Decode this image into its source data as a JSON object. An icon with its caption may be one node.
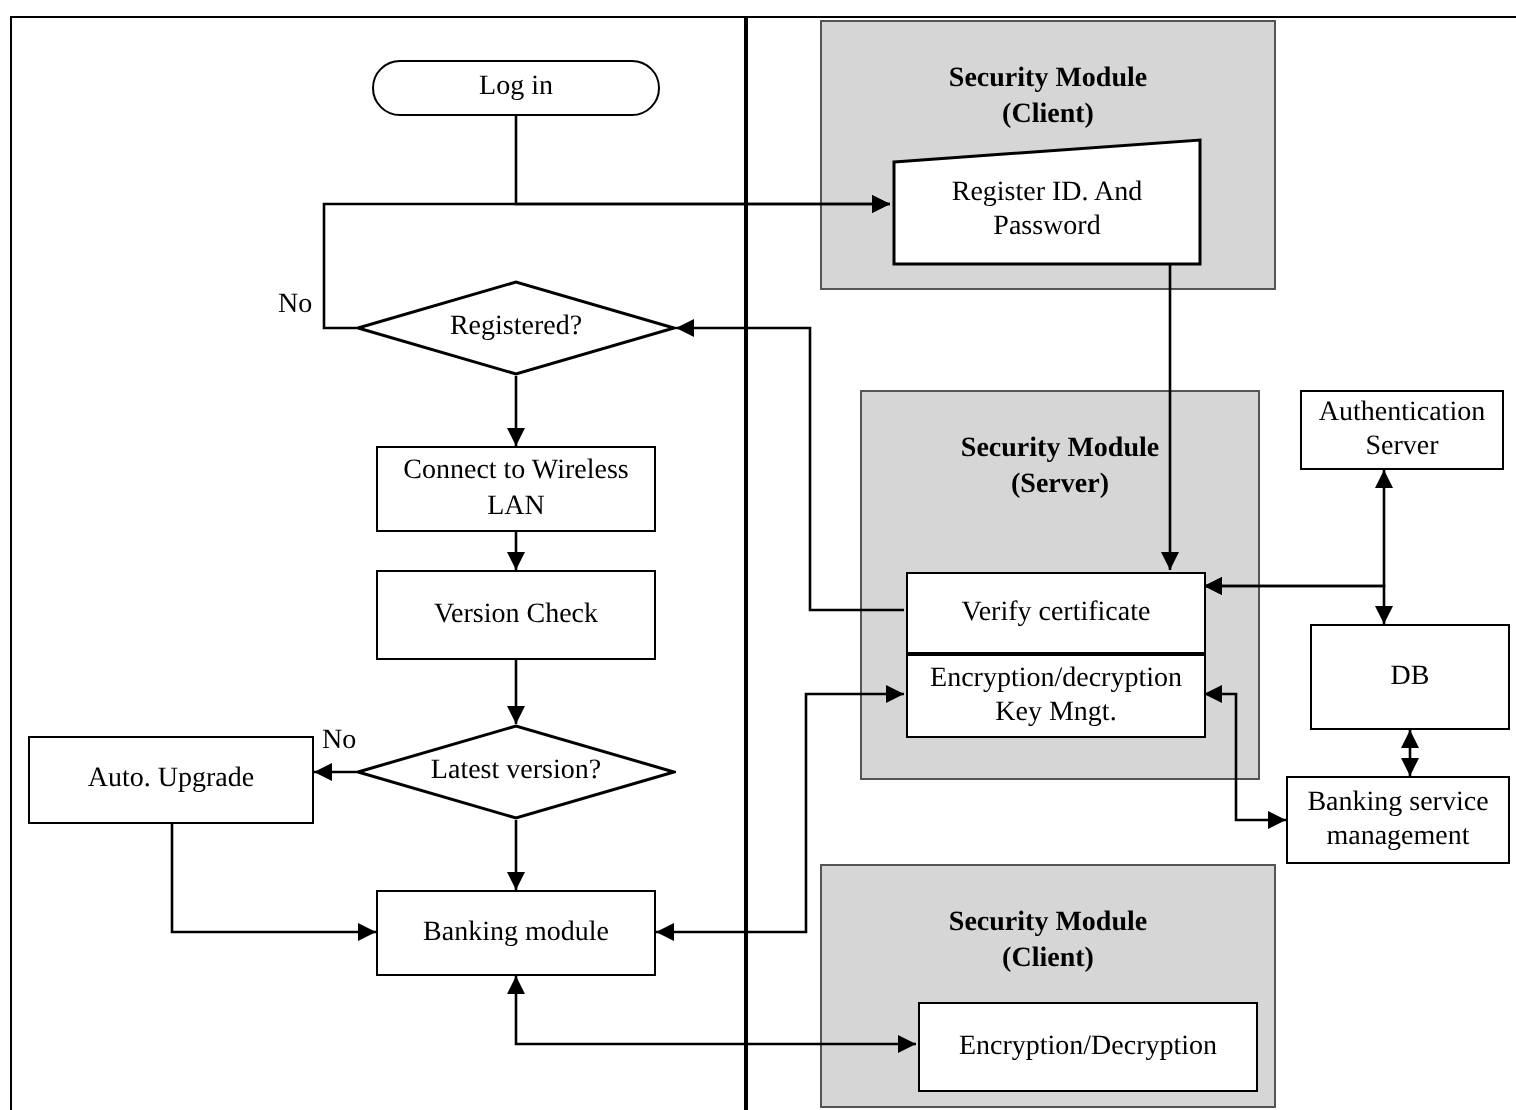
{
  "diagram": {
    "nodes": [
      {
        "text": [
          "Log in"
        ]
      },
      {
        "text": [
          "Registered?"
        ]
      },
      {
        "text": [
          "Connect to Wireless LAN"
        ]
      },
      {
        "text": [
          "Version Check"
        ]
      },
      {
        "text": [
          "Latest version?"
        ]
      },
      {
        "text": [
          "Auto. Upgrade"
        ]
      },
      {
        "text": [
          "Banking module"
        ]
      },
      {
        "text": [
          "Security Module (Client)"
        ]
      },
      {
        "text": [
          "Register ID. And Password"
        ],
        "in": 7
      },
      {
        "text": [
          "Security Module (Server)"
        ]
      },
      {
        "text": [
          "Verify certificate"
        ],
        "in": 9
      },
      {
        "text": [
          "Encryption/decryption Key Mngt."
        ],
        "in": 9
      },
      {
        "text": [
          "Authentication Server"
        ]
      },
      {
        "text": [
          "DB"
        ]
      },
      {
        "text": [
          "Banking service management"
        ]
      },
      {
        "text": [
          "Security Module (Client)"
        ]
      },
      {
        "text": [
          "Encryption/Decryption"
        ],
        "in": 15
      }
    ],
    "edges": [
      {
        "from": 0,
        "to": 8,
        "arrow": "to"
      },
      {
        "from": 1,
        "to": 8,
        "arrow": "to",
        "label": "No"
      },
      {
        "from": 8,
        "to": 10,
        "arrow": "to"
      },
      {
        "from": 10,
        "to": 1,
        "arrow": "to"
      },
      {
        "from": 1,
        "to": 2,
        "arrow": "to"
      },
      {
        "from": 2,
        "to": 3,
        "arrow": "to"
      },
      {
        "from": 3,
        "to": 4,
        "arrow": "to"
      },
      {
        "from": 4,
        "to": 5,
        "arrow": "to",
        "label": "No"
      },
      {
        "from": 4,
        "to": 6,
        "arrow": "to"
      },
      {
        "from": 5,
        "to": 6,
        "arrow": "to"
      },
      {
        "from": 6,
        "to": 11,
        "arrow": "both"
      },
      {
        "from": 6,
        "to": 16,
        "arrow": "both"
      },
      {
        "from": 10,
        "to": 12,
        "arrow": "both"
      },
      {
        "from": 10,
        "to": 13,
        "arrow": "both"
      },
      {
        "from": 13,
        "to": 14,
        "arrow": "both"
      },
      {
        "from": 11,
        "to": 14,
        "arrow": "both"
      }
    ]
  }
}
